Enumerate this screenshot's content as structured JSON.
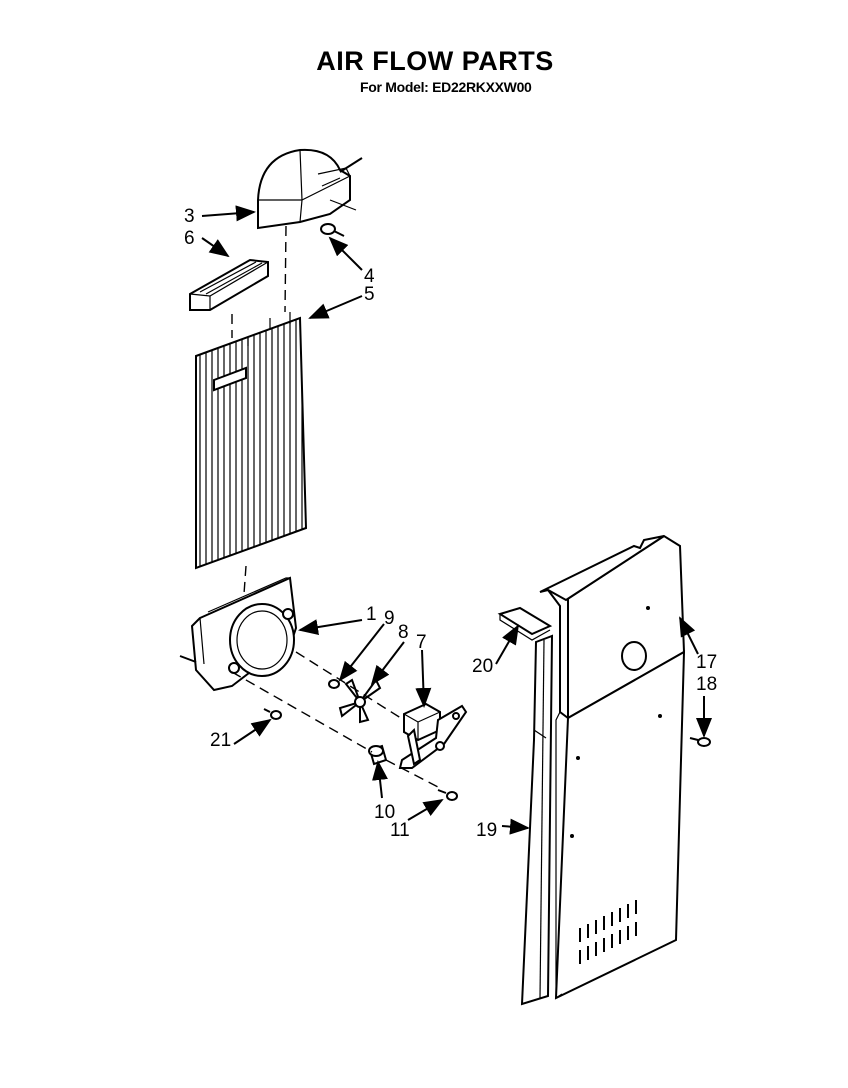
{
  "header": {
    "title": "AIR FLOW PARTS",
    "subtitle": "For Model: ED22RKXXW00"
  },
  "callouts": {
    "c1": "1",
    "c3": "3",
    "c4": "4",
    "c5": "5",
    "c6": "6",
    "c7": "7",
    "c8": "8",
    "c9": "9",
    "c10": "10",
    "c11": "11",
    "c17": "17",
    "c18": "18",
    "c19": "19",
    "c20": "20",
    "c21": "21"
  }
}
